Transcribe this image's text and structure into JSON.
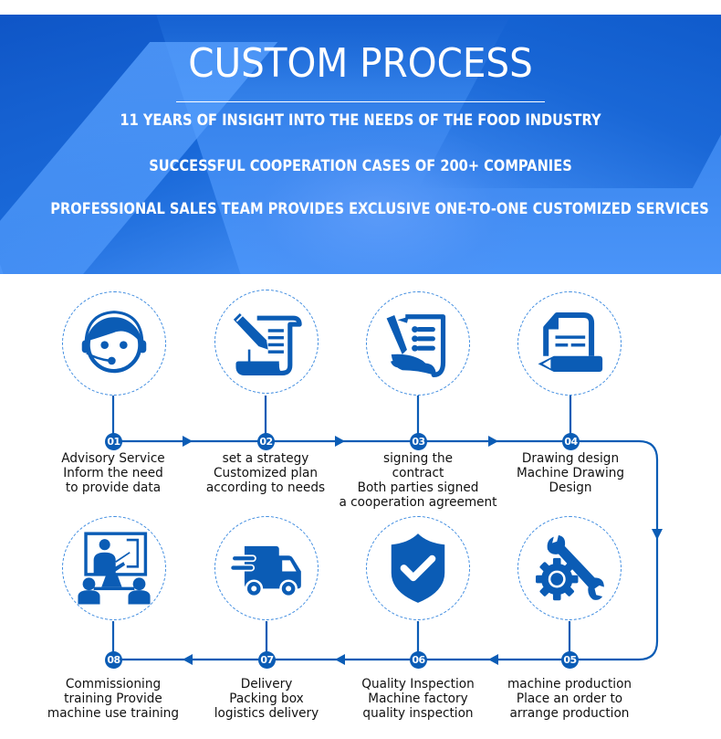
{
  "banner": {
    "title": "CUSTOM PROCESS",
    "lines": [
      "11 YEARS OF INSIGHT INTO THE NEEDS OF THE FOOD INDUSTRY",
      "SUCCESSFUL COOPERATION CASES OF 200+ COMPANIES",
      "PROFESSIONAL SALES TEAM PROVIDES EXCLUSIVE ONE-TO-ONE CUSTOMIZED SERVICES"
    ],
    "background_image": "handshake-photo"
  },
  "colors": {
    "accent": "#0b5cb5",
    "banner_blue": "#3a86ee",
    "dashed_circle": "#3d8be0",
    "text": "#111111"
  },
  "steps": [
    {
      "number": "01",
      "icon": "customer-service-headset-icon",
      "lines": [
        "Advisory Service",
        "Inform the need",
        "to provide data"
      ]
    },
    {
      "number": "02",
      "icon": "pen-and-scroll-icon",
      "lines": [
        "set a strategy",
        "Customized plan",
        "according to needs"
      ]
    },
    {
      "number": "03",
      "icon": "signed-contract-icon",
      "lines": [
        "signing the",
        "contract",
        "Both parties signed",
        "a cooperation agreement"
      ]
    },
    {
      "number": "04",
      "icon": "document-and-pencil-icon",
      "lines": [
        "Drawing design",
        "Machine Drawing",
        "Design"
      ]
    },
    {
      "number": "05",
      "icon": "wrench-and-gear-icon",
      "lines": [
        "machine production",
        "Place an order to",
        "arrange production"
      ]
    },
    {
      "number": "06",
      "icon": "shield-check-icon",
      "lines": [
        "Quality Inspection",
        "Machine factory",
        "quality inspection"
      ]
    },
    {
      "number": "07",
      "icon": "delivery-truck-icon",
      "lines": [
        "Delivery",
        "Packing box",
        "logistics delivery"
      ]
    },
    {
      "number": "08",
      "icon": "training-presentation-icon",
      "lines": [
        "Commissioning",
        "training Provide",
        "machine use training"
      ]
    }
  ]
}
